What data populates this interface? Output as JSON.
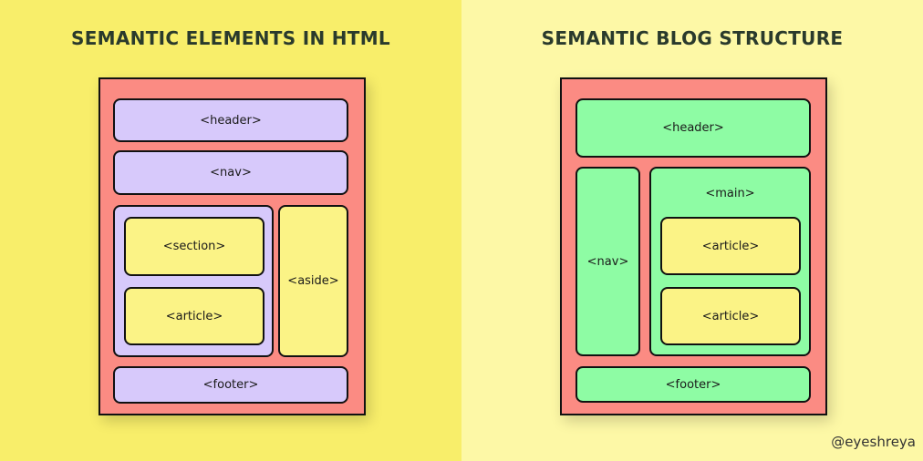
{
  "left": {
    "title": "SEMANTIC ELEMENTS IN HTML",
    "colors": {
      "background": "#f8ee6a",
      "container": "#fb8b83",
      "layout_block": "#d7c9fb",
      "content_block": "#fbf386"
    },
    "blocks": {
      "header": "<header>",
      "nav": "<nav>",
      "section": "<section>",
      "article": "<article>",
      "aside": "<aside>",
      "footer": "<footer>"
    }
  },
  "right": {
    "title": "SEMANTIC BLOG STRUCTURE",
    "colors": {
      "background": "#fdf8a6",
      "container": "#fb8b83",
      "layout_block": "#8efca4",
      "content_block": "#fbf386"
    },
    "blocks": {
      "header": "<header>",
      "nav": "<nav>",
      "main": "<main>",
      "article1": "<article>",
      "article2": "<article>",
      "footer": "<footer>"
    }
  },
  "watermark": "@eyeshreya"
}
